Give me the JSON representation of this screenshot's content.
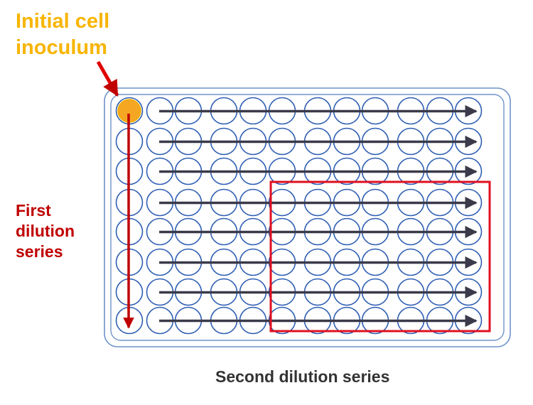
{
  "labels": {
    "initial_line1": "Initial cell",
    "initial_line2": "inoculum",
    "first_line1": "First",
    "first_line2": "dilution",
    "first_line3": "series",
    "second": "Second dilution series"
  },
  "plate": {
    "rows": 8,
    "columns": 12
  },
  "highlight": {
    "first_row": 4,
    "last_row": 8,
    "first_column": 6,
    "last_column": 12
  },
  "colors": {
    "title": "#f7b500",
    "dilution": "#c00000",
    "well_outline": "#2f5fb3",
    "plate_outline": "#6f93c9",
    "row_arrow": "#3a3a4a",
    "inoculum": "#f5a623",
    "caption": "#333333"
  }
}
